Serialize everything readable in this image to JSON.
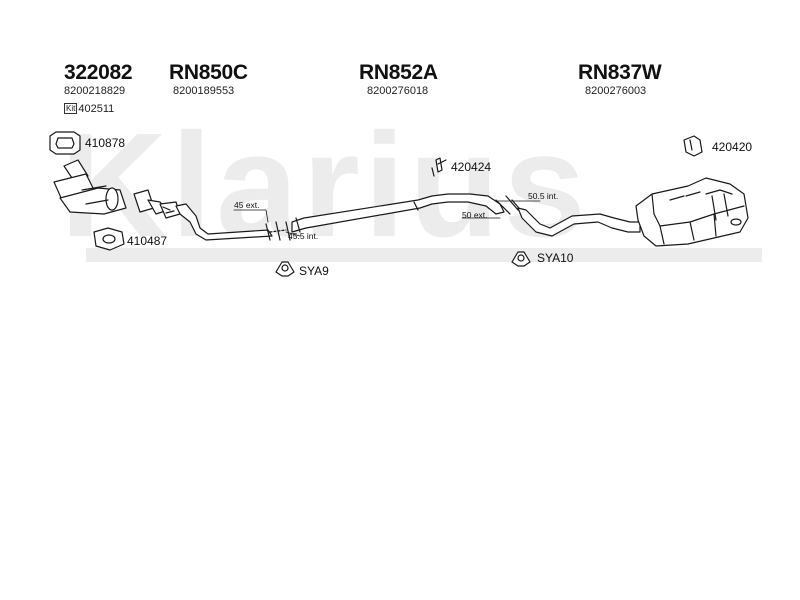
{
  "brand_watermark": "Klarius",
  "sections": [
    {
      "code": "322082",
      "oem": "8200218829",
      "kit_icon": "Kit",
      "kit_number": "402511"
    },
    {
      "code": "RN850C",
      "oem": "8200189553"
    },
    {
      "code": "RN852A",
      "oem": "8200276018"
    },
    {
      "code": "RN837W",
      "oem": "8200276003"
    }
  ],
  "fittings": [
    {
      "id": "gasket-top",
      "label": "410878",
      "icon": "gasket-icon"
    },
    {
      "id": "gasket-bottom",
      "label": "410487",
      "icon": "ring-gasket-icon"
    },
    {
      "id": "clamp-mid",
      "label": "420424",
      "icon": "clamp-icon"
    },
    {
      "id": "bracket-rear",
      "label": "420420",
      "icon": "rubber-mount-icon"
    },
    {
      "id": "hanger-1",
      "label": "SYA9",
      "icon": "hanger-icon"
    },
    {
      "id": "hanger-2",
      "label": "SYA10",
      "icon": "hanger-icon"
    }
  ],
  "dimensions": [
    {
      "id": "joint1-ext",
      "text": "45 ext."
    },
    {
      "id": "joint1-int",
      "text": "45.5 int."
    },
    {
      "id": "joint2-int",
      "text": "50.5 int."
    },
    {
      "id": "joint2-ext",
      "text": "50 ext."
    }
  ],
  "colors": {
    "line": "#1a1a1a",
    "watermark": "#ececec",
    "fill": "#ffffff"
  }
}
